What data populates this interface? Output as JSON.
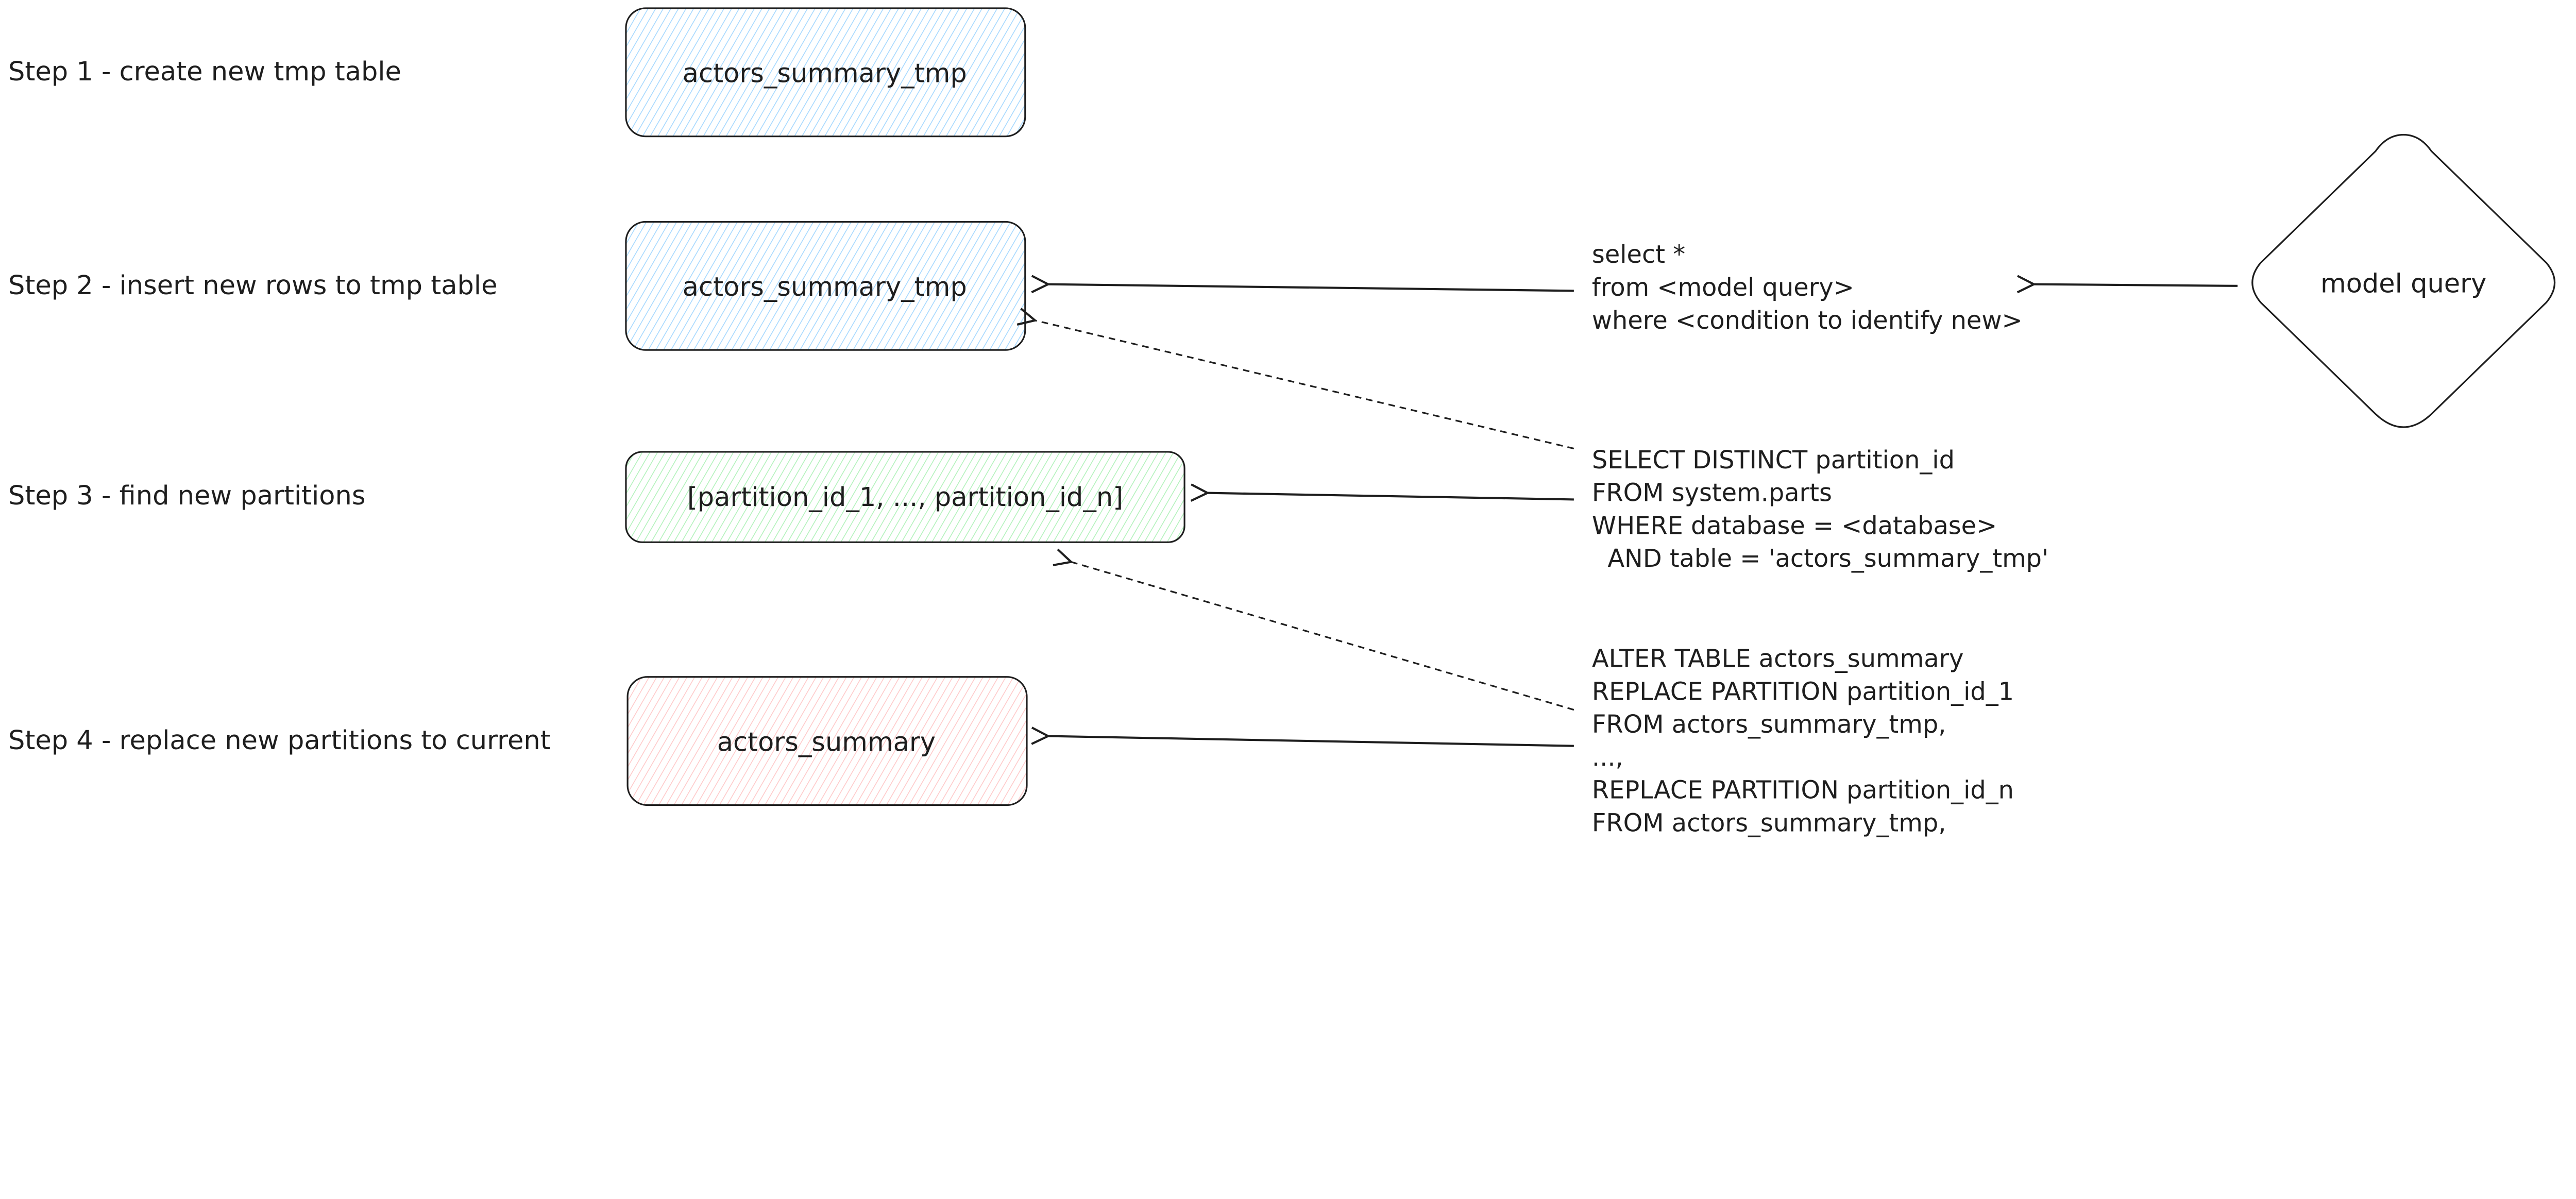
{
  "steps": [
    {
      "label": "Step 1 - create new tmp table",
      "box": "actors_summary_tmp",
      "color": "#a5d8ff"
    },
    {
      "label": "Step 2 - insert new rows to tmp table",
      "box": "actors_summary_tmp",
      "color": "#a5d8ff"
    },
    {
      "label": "Step 3 - find new partitions",
      "box": "[partition_id_1, ..., partition_id_n]",
      "color": "#b2f2bb"
    },
    {
      "label": "Step 4 - replace new partitions to current",
      "box": "actors_summary",
      "color": "#ffc9c9"
    }
  ],
  "diamond": {
    "label": "model query"
  },
  "queries": {
    "insert": [
      "select *",
      "from <model query>",
      "where <condition to identify new>"
    ],
    "partitions": [
      "SELECT DISTINCT partition_id",
      "FROM system.parts",
      "WHERE database = <database>",
      "  AND table = 'actors_summary_tmp'"
    ],
    "replace": [
      "ALTER TABLE actors_summary",
      "REPLACE PARTITION partition_id_1",
      "FROM actors_summary_tmp,",
      "...,",
      "REPLACE PARTITION partition_id_n",
      "FROM actors_summary_tmp,"
    ]
  }
}
